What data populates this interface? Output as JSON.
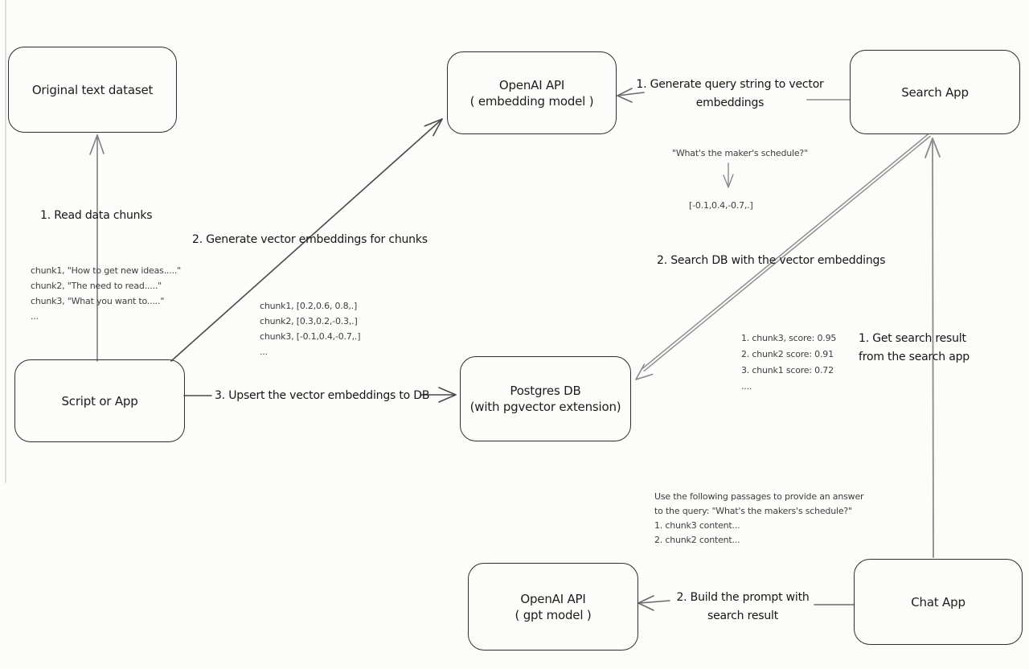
{
  "diagram_title": "RAG / vector embedding architecture",
  "colors": {
    "background": "#fcfcfb",
    "box_border": "#2e2e2e",
    "wire_gray": "#8a8a8a",
    "wire_dark": "#4a4a4a",
    "annotation_text": "#3e3e3e"
  },
  "boxes": {
    "original_dataset": {
      "label": "Original text dataset"
    },
    "embedding_api": {
      "line1": "OpenAI API",
      "line2": "( embedding model )"
    },
    "search_app": {
      "label": "Search App"
    },
    "script_app": {
      "label": "Script or App"
    },
    "postgres": {
      "line1": "Postgres DB",
      "line2": "(with pgvector extension)"
    },
    "gpt_api": {
      "line1": "OpenAI API",
      "line2": "( gpt model )"
    },
    "chat_app": {
      "label": "Chat App"
    }
  },
  "edges": {
    "read_chunks": "1. Read data chunks",
    "gen_embeddings": "2. Generate vector embeddings for chunks",
    "upsert": "3. Upsert the vector embeddings  to DB",
    "gen_query_line1": "1. Generate query string to vector",
    "gen_query_line2": "embeddings",
    "search_db": "2. Search DB with the vector embeddings",
    "get_result_line1": "1. Get search result",
    "get_result_line2": "from the search app",
    "build_prompt_line1": "2. Build the prompt with",
    "build_prompt_line2": "search result"
  },
  "annotations": {
    "chunk_texts": [
      "chunk1, \"How to get new ideas.....\"",
      "chunk2, \"The need to read.....\"",
      "chunk3, \"What you want to.....\"",
      "..."
    ],
    "chunk_vectors": [
      "chunk1, [0.2,0.6, 0.8,.]",
      "chunk2, [0.3,0.2,-0.3,.]",
      "chunk3, [-0.1,0.4,-0.7,.]",
      "..."
    ],
    "query_text": "\"What's the maker's schedule?\"",
    "query_vector": "[-0.1,0.4,-0.7,.]",
    "search_scores": [
      "1. chunk3, score: 0.95",
      "2. chunk2 score: 0.91",
      "3. chunk1 score: 0.72",
      "...."
    ],
    "prompt_lines": [
      "Use the following passages to provide an answer",
      "to the query: \"What's the makers's schedule?\"",
      "1. chunk3 content...",
      "2. chunk2 content..."
    ]
  }
}
